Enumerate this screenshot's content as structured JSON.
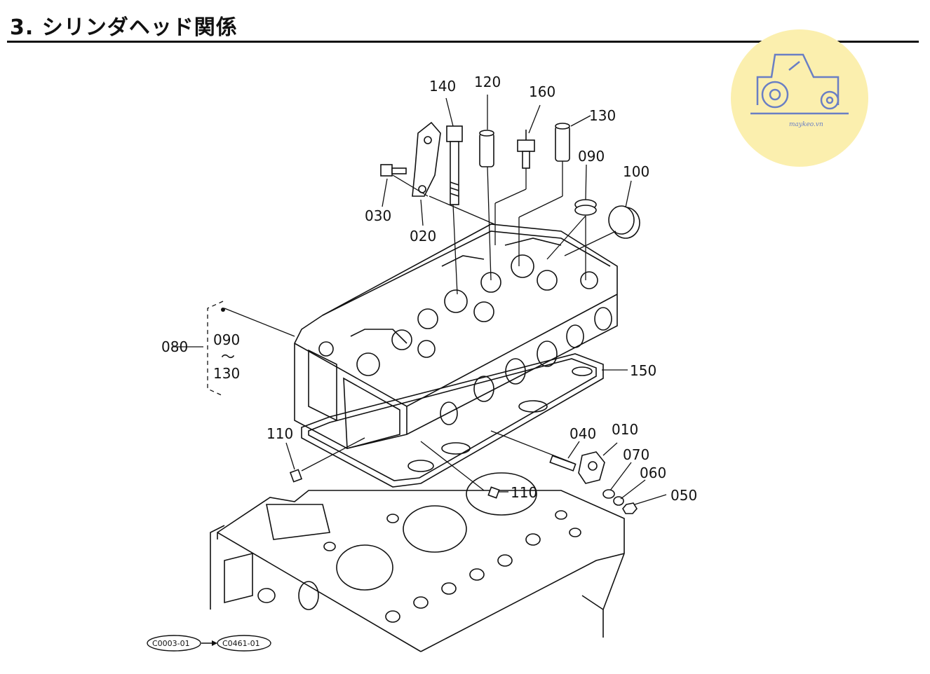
{
  "header": {
    "title": "3. シリンダヘッド関係"
  },
  "logo": {
    "icon": "tractor-icon",
    "text": "maykeo.vn",
    "bg_color": "#fbefae",
    "line_color": "#6a7fc4"
  },
  "callouts": {
    "p140": "140",
    "p120": "120",
    "p160": "160",
    "p130": "130",
    "p090": "090",
    "p100": "100",
    "p030": "030",
    "p020": "020",
    "p080": "080",
    "p080_range_start": "090",
    "p080_range_sep": "〜",
    "p080_range_end": "130",
    "p150": "150",
    "p110a": "110",
    "p110b": "110",
    "p040": "040",
    "p010": "010",
    "p070": "070",
    "p060": "060",
    "p050": "050"
  },
  "reference": {
    "from": "C0003-01",
    "to": "C0461-01"
  }
}
